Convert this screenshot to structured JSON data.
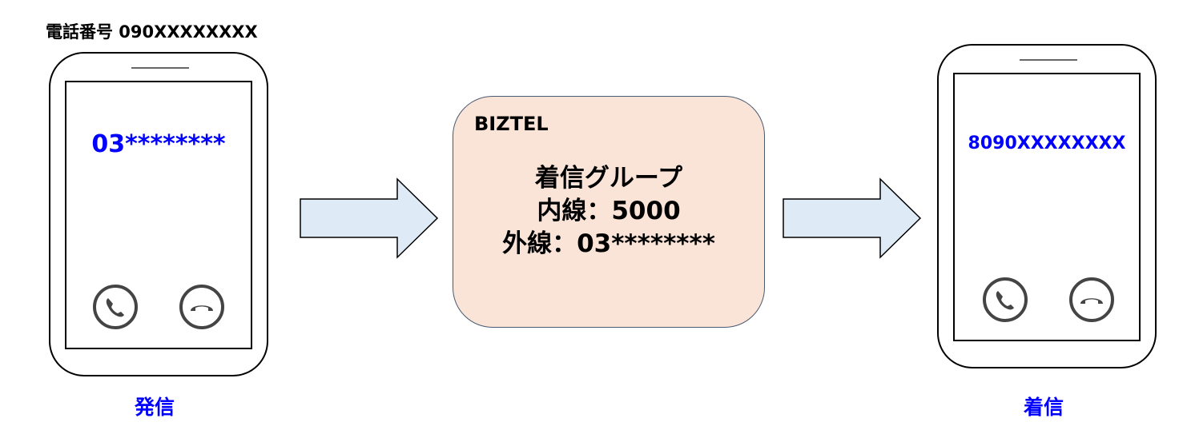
{
  "caller": {
    "phone_number_label": "電話番号 090XXXXXXXX",
    "screen_number": "03********",
    "caption": "発信"
  },
  "biztel": {
    "title": "BIZTEL",
    "group_label": "着信グループ",
    "extension": "内線：5000",
    "external": "外線：03********"
  },
  "receiver": {
    "screen_number": "8090XXXXXXXX",
    "caption": "着信"
  },
  "colors": {
    "accent_blue": "#0000ff",
    "box_fill": "#fae3d7",
    "arrow_fill": "#deebf7",
    "icon": "#444444"
  }
}
